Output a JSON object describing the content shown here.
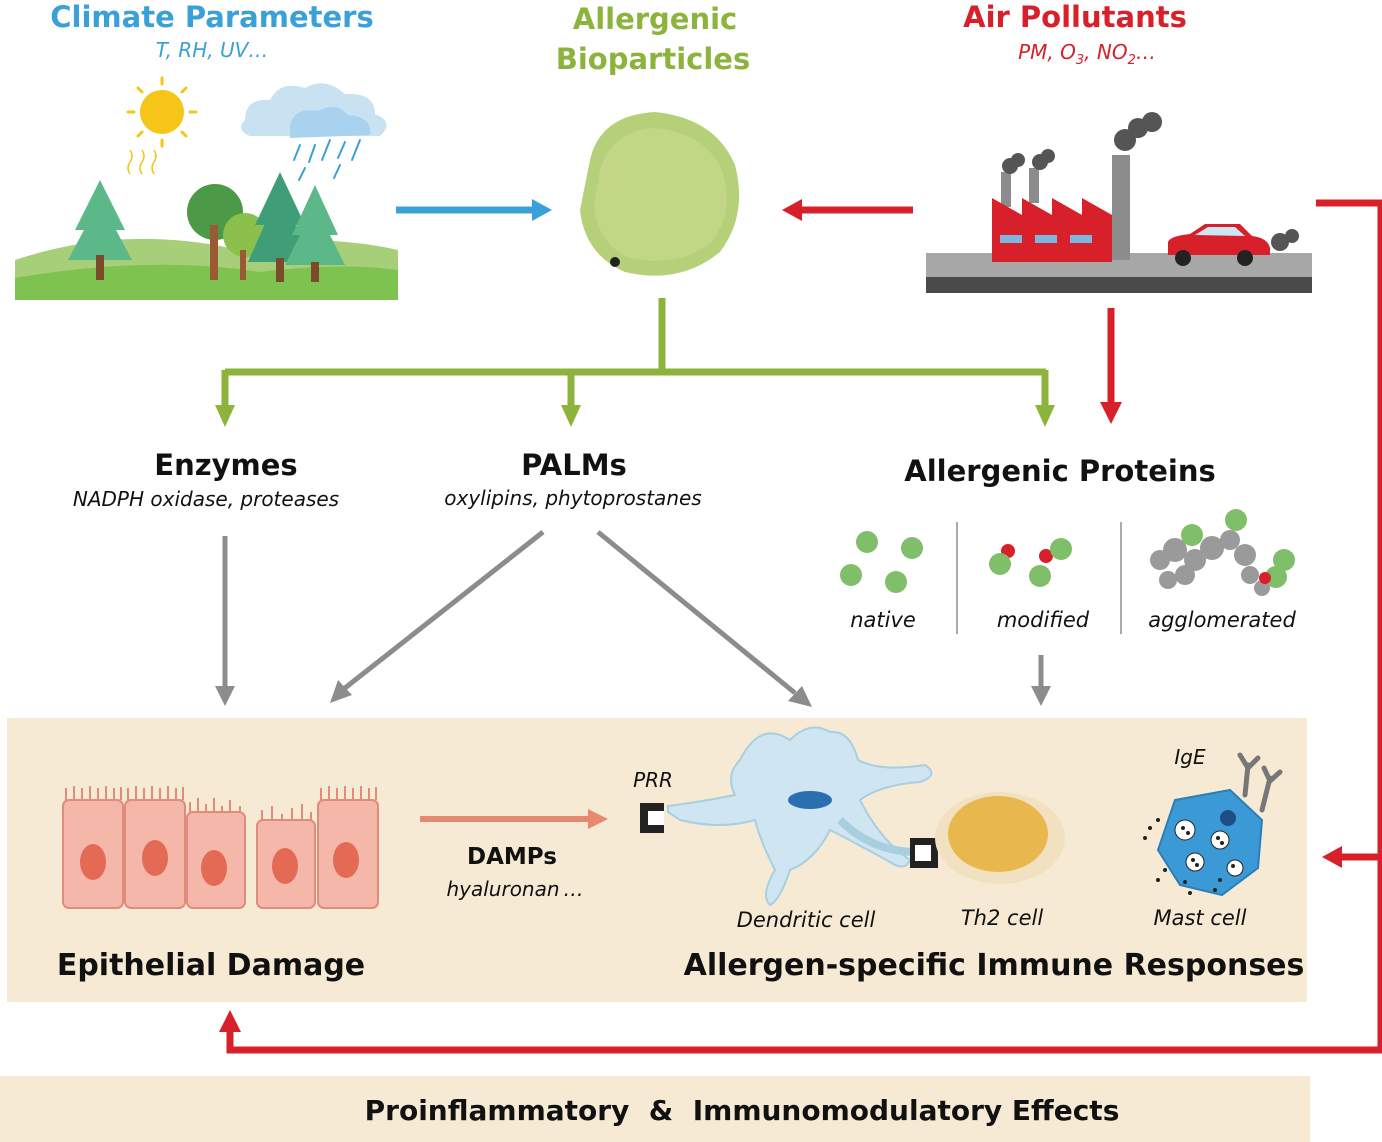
{
  "sources": {
    "climate": {
      "title": "Climate Parameters",
      "subtitle": "T, RH, UV…"
    },
    "bio": {
      "title_line1": "Allergenic",
      "title_line2": "Bioparticles"
    },
    "pollutants": {
      "title": "Air Pollutants",
      "subtitle_prefix": "PM, O",
      "sub3": "3",
      "subtitle_mid": ", NO",
      "sub2": "2",
      "subtitle_suffix": "…"
    }
  },
  "components": {
    "enzymes": {
      "title": "Enzymes",
      "subtitle": "NADPH oxidase, proteases"
    },
    "palms": {
      "title": "PALMs",
      "subtitle": "oxylipins, phytoprostanes"
    },
    "proteins": {
      "title": "Allergenic Proteins",
      "states": [
        "native",
        "modified",
        "agglomerated"
      ]
    }
  },
  "responses": {
    "damps": {
      "title": "DAMPs",
      "subtitle": "hyaluronan …"
    },
    "prr": "PRR",
    "ige": "IgE",
    "cells": [
      "Dendritic cell",
      "Th2 cell",
      "Mast cell"
    ],
    "epithelial": "Epithelial Damage",
    "immune": "Allergen-specific Immune Responses"
  },
  "footer": "Proinflammatory  &  Immunomodulatory Effects",
  "colors": {
    "blue": "#3aa0d8",
    "green": "#8cb43c",
    "red": "#d8202a",
    "gray": "#8c8c8c",
    "panel": "#f6ead4"
  }
}
